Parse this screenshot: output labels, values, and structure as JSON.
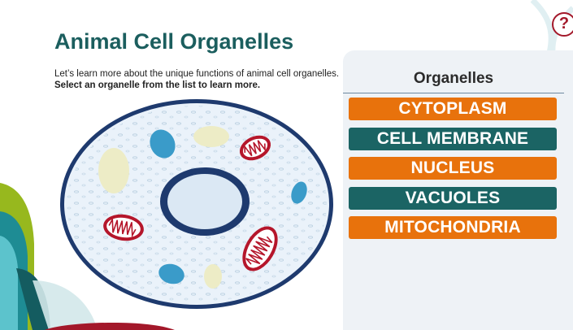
{
  "page": {
    "title": "Animal Cell Organelles",
    "intro_text": "Let’s learn more about the unique functions of animal cell organelles.",
    "intro_instruction": "Select an organelle from the list to learn more."
  },
  "help": {
    "label": "?"
  },
  "panel": {
    "heading": "Organelles",
    "items": [
      {
        "label": "CYTOPLASM",
        "color": "#e8720c"
      },
      {
        "label": "CELL MEMBRANE",
        "color": "#1b6464"
      },
      {
        "label": "NUCLEUS",
        "color": "#e8720c"
      },
      {
        "label": "VACUOLES",
        "color": "#1b6464"
      },
      {
        "label": "MITOCHONDRIA",
        "color": "#e8720c"
      }
    ]
  },
  "colors": {
    "title": "#1b5e5e",
    "accent_orange": "#e8720c",
    "accent_teal": "#1b6464",
    "help": "#a3182a",
    "membrane": "#1e3a6e",
    "mitochondria": "#b5162b",
    "vacuole": "#3a9bc9",
    "cytoplasm": "#eaf2fa"
  },
  "cell": {
    "image": "animal-cell-illustration"
  }
}
